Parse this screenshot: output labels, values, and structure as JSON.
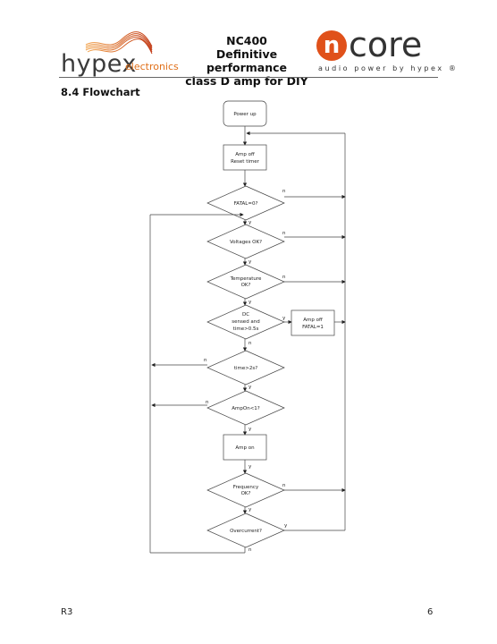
{
  "header": {
    "brand_left": "hypex",
    "brand_left_sub": "electronics",
    "title_lines": [
      "NC400",
      "Definitive performance",
      "class D amp for DIY"
    ],
    "brand_right_badge": "n",
    "brand_right": "core",
    "brand_right_sub": "audio power by hypex ®"
  },
  "section_title": "8.4  Flowchart",
  "flowchart": {
    "power_up": "Power up",
    "amp_off_reset": [
      "Amp off",
      "Reset timer"
    ],
    "fatal": "FATAL=0?",
    "voltages": "Voltages OK?",
    "temperature": [
      "Temperature",
      "OK?"
    ],
    "dc_sensed": [
      "DC",
      "sensed and",
      "time>0.5s"
    ],
    "amp_off_fatal": [
      "Amp off",
      "FATAL=1"
    ],
    "time2s": "time>2s?",
    "ampon": "AmpOn<1?",
    "amp_on": "Amp on",
    "frequency": [
      "Frequency",
      "OK?"
    ],
    "overcurrent": "Overcurrent?",
    "labels": {
      "fatal_n": "n",
      "fatal_y": "y",
      "volt_n": "n",
      "volt_y": "y",
      "temp_n": "n",
      "temp_y": "y",
      "dc_y": "y",
      "dc_n": "n",
      "time_n": "n",
      "time_y": "y",
      "ampon_n": "n",
      "ampon_y": "y",
      "ampon_box_y": "y",
      "freq_n": "n",
      "freq_y": "y",
      "over_y": "y",
      "over_n": "n"
    }
  },
  "footer": {
    "revision": "R3",
    "page": "6"
  }
}
